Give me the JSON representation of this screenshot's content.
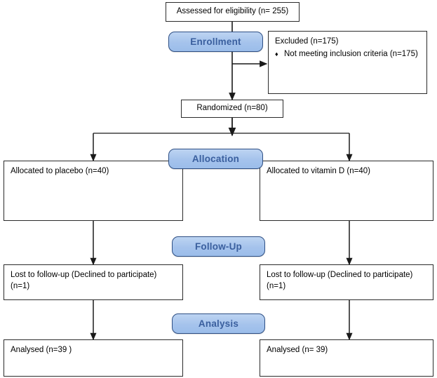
{
  "diagram": {
    "title": "CONSORT participant flow diagram",
    "type": "flowchart",
    "colors": {
      "badge_fill": "#a5c3ec",
      "badge_border": "#2e4f84",
      "badge_text": "#3a5f9e",
      "box_border": "#2b2b2b",
      "box_fill": "#ffffff",
      "connector": "#1a1a1a",
      "page_background": "#ffffff"
    }
  },
  "stages": [
    {
      "id": "enrollment",
      "label": "Enrollment"
    },
    {
      "id": "allocation",
      "label": "Allocation"
    },
    {
      "id": "followup",
      "label": "Follow-Up"
    },
    {
      "id": "analysis",
      "label": "Analysis"
    }
  ],
  "nodes": {
    "assessed": {
      "text": "Assessed for eligibility (n= 255)"
    },
    "excluded": {
      "heading": "Excluded (n=175)",
      "bullet_glyph": "♦",
      "bullet_text": "Not meeting inclusion criteria (n=175)"
    },
    "randomized": {
      "text": "Randomized (n=80)"
    },
    "allocated_placebo": {
      "text": "Allocated to placebo (n=40)"
    },
    "allocated_vitamind": {
      "text": "Allocated to vitamin D (n=40)"
    },
    "lost_left": {
      "text": "Lost to follow-up (Declined to participate) (n=1)"
    },
    "lost_right": {
      "text": "Lost to follow-up (Declined to participate) (n=1)"
    },
    "analysed_left": {
      "text": "Analysed  (n=39 )"
    },
    "analysed_right": {
      "text": "Analysed  (n= 39)"
    }
  }
}
